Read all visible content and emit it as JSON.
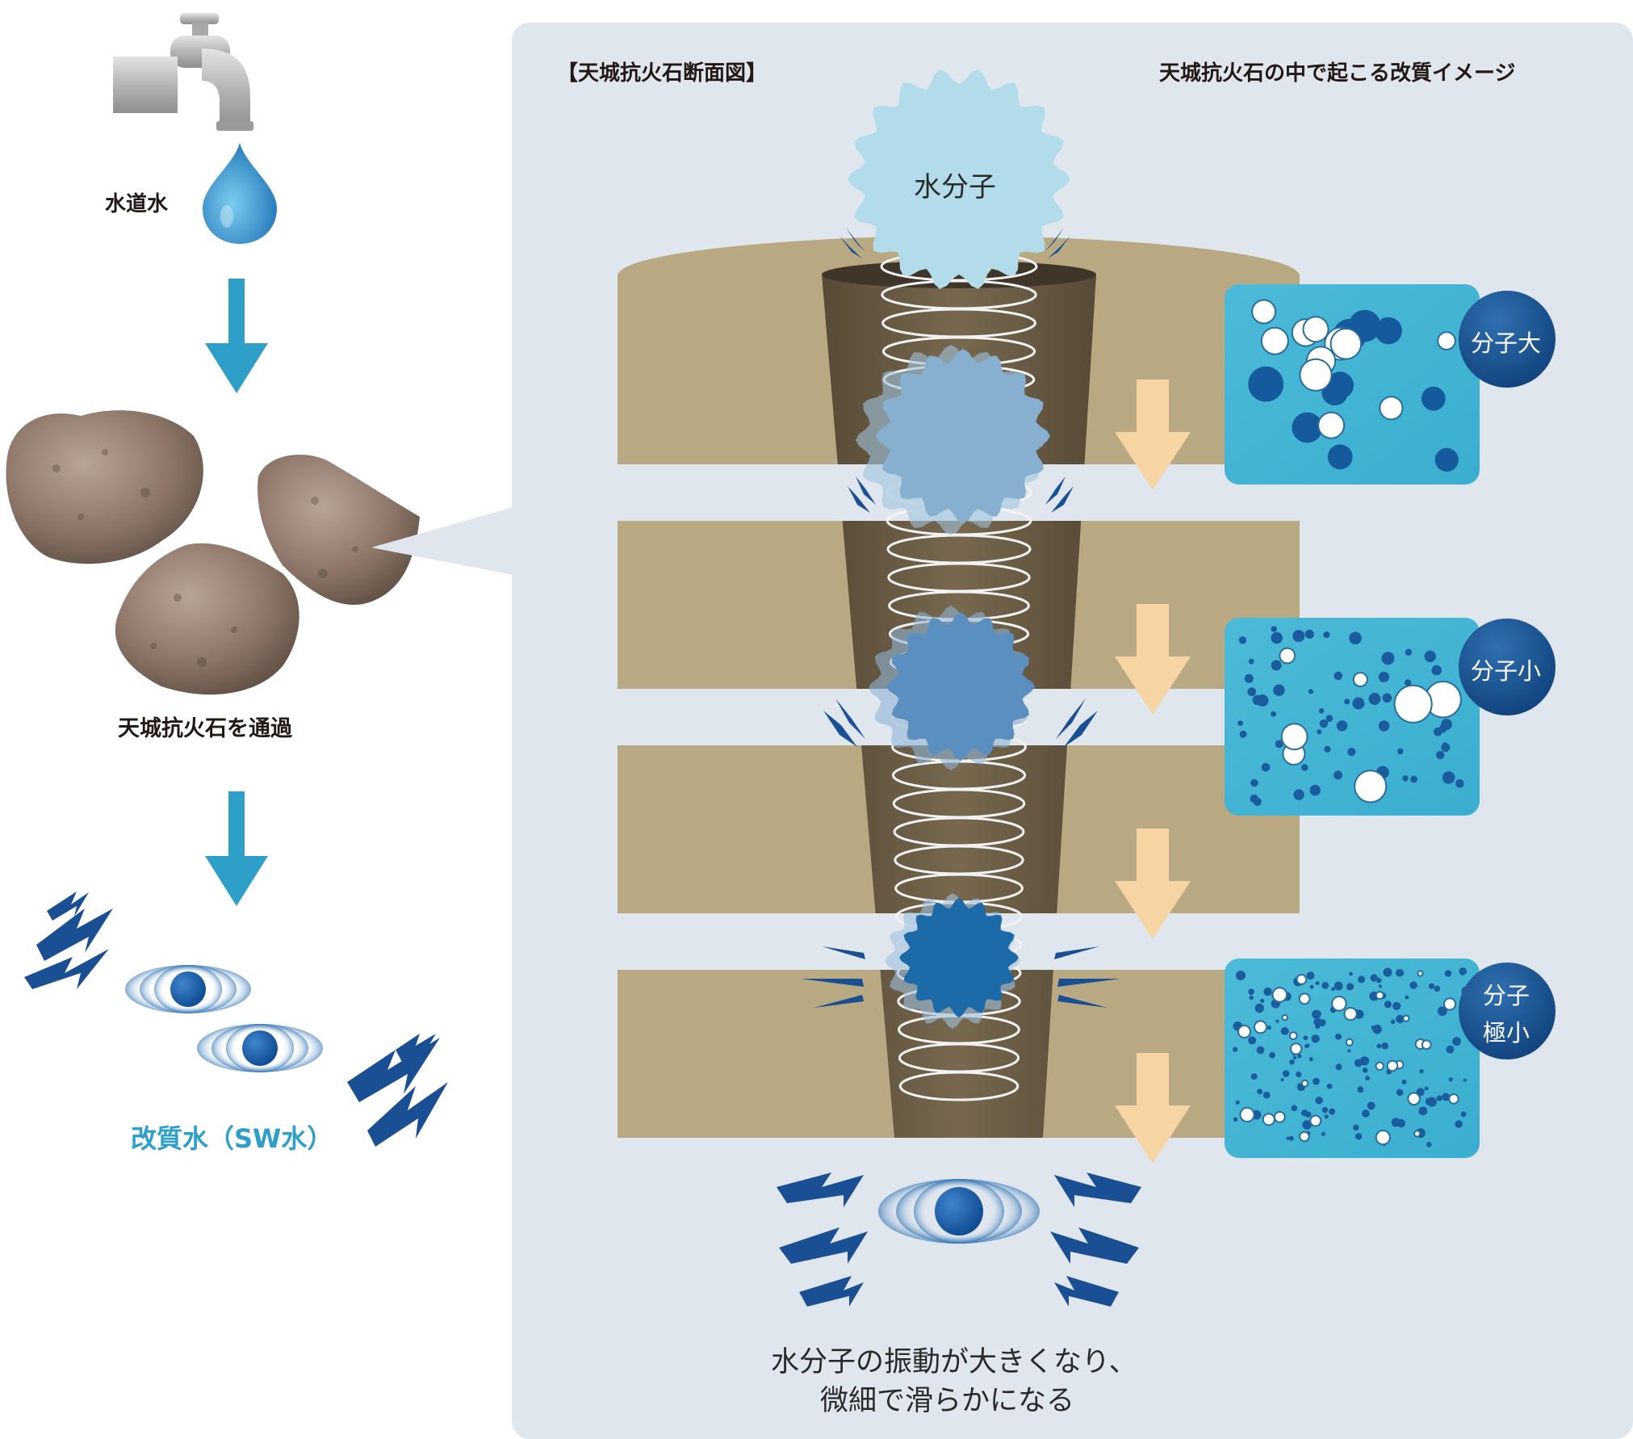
{
  "left": {
    "tap_label": "水道水",
    "stone_label": "天城抗火石を通過",
    "result_label": "改質水（SW水）"
  },
  "panel": {
    "title_left": "【天城抗火石断面図】",
    "title_right": "天城抗火石の中で起こる改質イメージ",
    "molecule_label": "水分子",
    "caption_line1": "水分子の振動が大きくなり、",
    "caption_line2": "微細で滑らかになる"
  },
  "badges": {
    "large": "分子大",
    "small": "分子小",
    "tiny_line1": "分子",
    "tiny_line2": "極小"
  },
  "colors": {
    "arrow_blue": "#2e9fc8",
    "accent_text": "#2e9fc8",
    "panel_bg": "#dfe6ee",
    "stone_layer": "#b8a982",
    "tube": "#6b5d45",
    "down_arrow": "#f6d4a3",
    "badge": "#1c5591",
    "microscope_bg": "#43b4d4"
  }
}
